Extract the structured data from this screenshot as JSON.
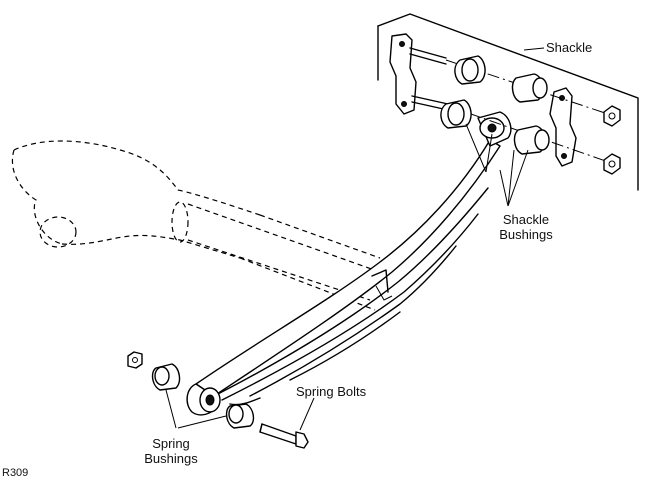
{
  "labels": {
    "shackle": "Shackle",
    "shackle_bushings_line1": "Shackle",
    "shackle_bushings_line2": "Bushings",
    "spring_bolts": "Spring Bolts",
    "spring_bushings_line1": "Spring",
    "spring_bushings_line2": "Bushings",
    "figure_ref": "R309"
  }
}
